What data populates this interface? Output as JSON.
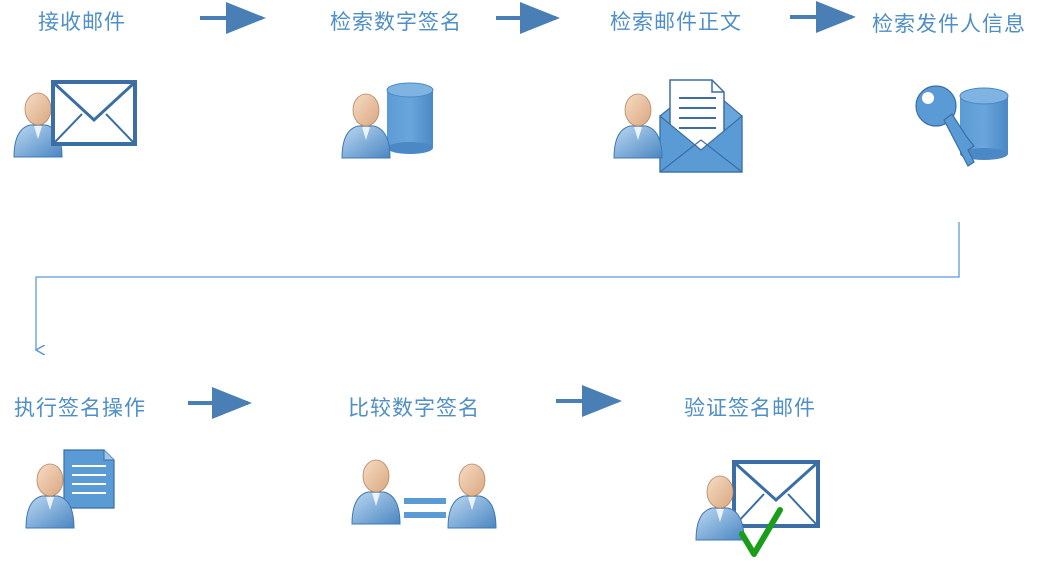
{
  "title": "",
  "steps": [
    {
      "label": "接收邮件",
      "icon": "user-mail-icon"
    },
    {
      "label": "检索数字签名",
      "icon": "user-database-icon"
    },
    {
      "label": "检索邮件正文",
      "icon": "user-open-mail-icon"
    },
    {
      "label": "检索发件人信息",
      "icon": "key-database-icon"
    },
    {
      "label": "执行签名操作",
      "icon": "user-document-icon"
    },
    {
      "label": "比较数字签名",
      "icon": "user-equals-user-icon"
    },
    {
      "label": "验证签名邮件",
      "icon": "user-mail-check-icon"
    }
  ],
  "colors": {
    "text": "#4f8fc6",
    "arrow": "#4a7fb5",
    "connector": "#5b9bd5",
    "icon_blue": "#5b9bd5",
    "icon_dark": "#3a6ea5",
    "check": "#1a9e1a"
  }
}
